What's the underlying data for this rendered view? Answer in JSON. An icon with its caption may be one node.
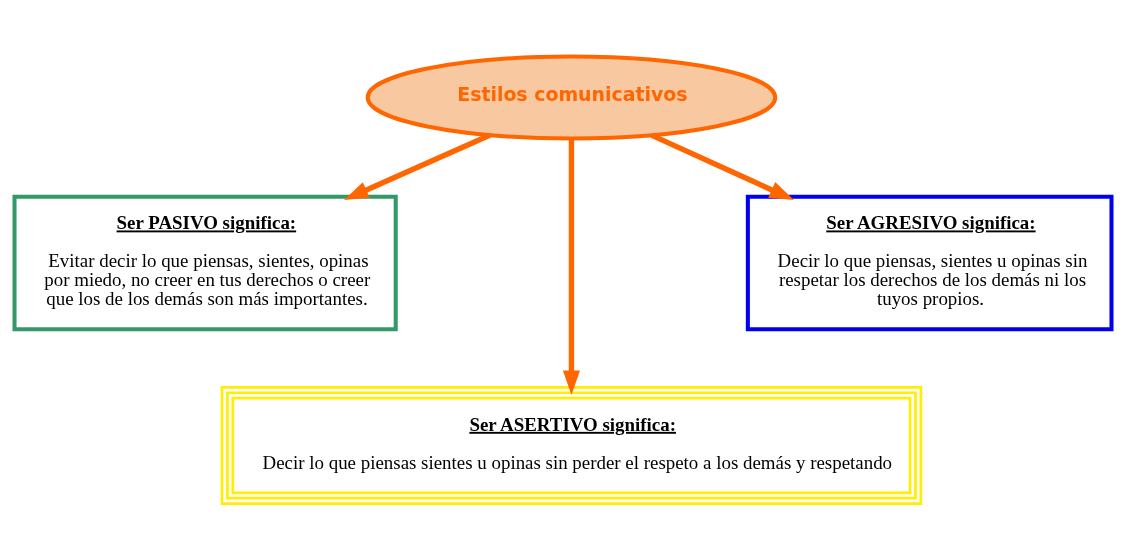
{
  "diagram": {
    "nodes": [
      {
        "text": [
          "Estilos comunicativos"
        ]
      },
      {
        "text": [
          "Ser PASIVO significa:",
          "Evitar decir lo que piensas, sientes, opinas por miedo, no creer en tus derechos o creer que los de los demás son más importantes."
        ]
      },
      {
        "text": [
          "Ser AGRESIVO significa:",
          "Decir lo que piensas, sientes u opinas sin respetar los derechos de los demás ni los tuyos propios."
        ]
      },
      {
        "text": [
          "Ser ASERTIVO significa:",
          "Decir lo que piensas sientes u opinas sin perder el respeto a los demás y respetando"
        ]
      }
    ],
    "edges": [
      {
        "from": 0,
        "to": 1,
        "arrow": "to",
        "color": "#ff6600"
      },
      {
        "from": 0,
        "to": 3,
        "arrow": "to",
        "color": "#ff6600"
      },
      {
        "from": 0,
        "to": 2,
        "arrow": "to",
        "color": "#ff6600"
      }
    ]
  }
}
